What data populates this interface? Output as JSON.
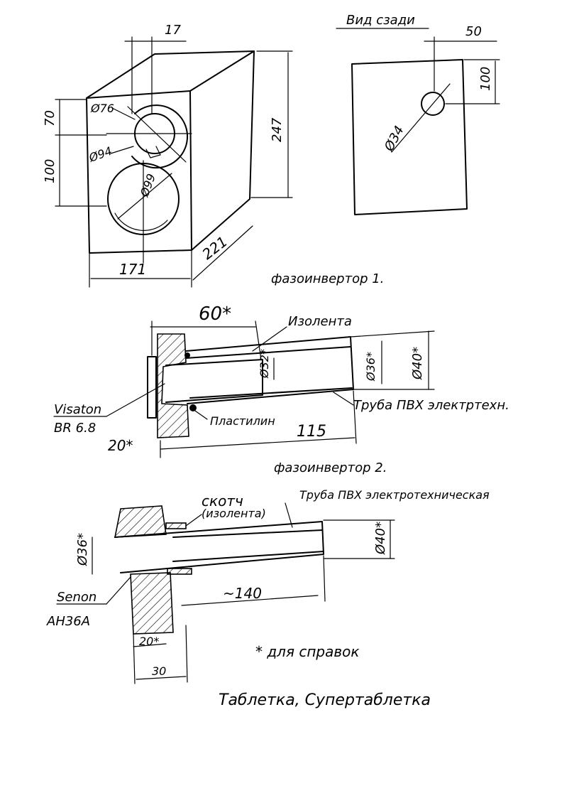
{
  "view1": {
    "top_dim": "17",
    "rear_view_title": "Вид сзади",
    "rear_dim_side": "50",
    "rear_dim_top": "100",
    "rear_hole": "Ø34",
    "dim_70": "70",
    "dim_100": "100",
    "hole_76": "Ø76",
    "hole_94": "Ø94",
    "hole_99": "Ø99",
    "height": "247",
    "width": "171",
    "depth": "221",
    "caption": "фазоинвертор 1."
  },
  "view2": {
    "len_60": "60*",
    "tape": "Изолента",
    "dia_32": "Ø32*",
    "dia_36": "Ø36*",
    "dia_40": "Ø40*",
    "driver_brand": "Visaton",
    "driver_model": "BR 6.8",
    "pipe": "Труба ПВХ электртехн.",
    "plasticine": "Пластилин",
    "wall": "20*",
    "length": "115",
    "caption": "фазоинвертор 2."
  },
  "view3": {
    "scotch": "скотч",
    "tape": "(изолента)",
    "pipe": "Труба ПВХ электротехническая",
    "dia_36": "Ø36*",
    "dia_40": "Ø40*",
    "driver_brand": "Senon",
    "driver_model": "AH36A",
    "length": "~140",
    "wall": "20*",
    "depth": "30"
  },
  "footnote": "* для справок",
  "title": "Таблетка, Супертаблетка"
}
